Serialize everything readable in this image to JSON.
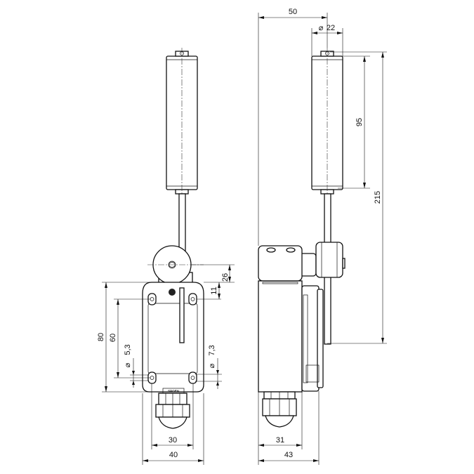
{
  "front_view": {
    "dimensions": {
      "d26": "26",
      "d11": "11",
      "d80": "80",
      "d60": "60",
      "hole_small": "5,3",
      "hole_large": "7,3",
      "d30": "30",
      "d40": "40"
    },
    "nameplate": "SPOEN"
  },
  "side_view": {
    "dimensions": {
      "d50": "50",
      "roller_dia": "22",
      "d95": "95",
      "d215": "215",
      "d31": "31",
      "d43": "43"
    }
  },
  "symbols": {
    "diameter": "⌀"
  }
}
